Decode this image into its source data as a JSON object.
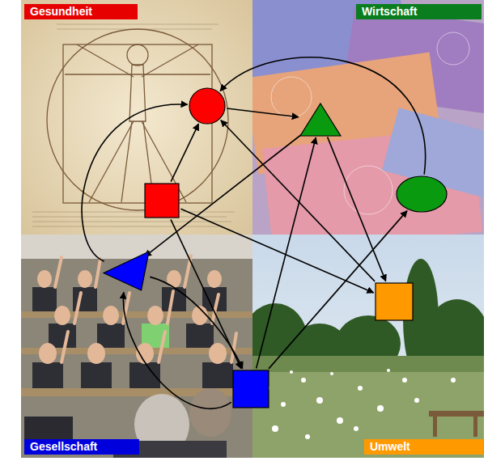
{
  "diagram": {
    "nodes": [
      {
        "text": [
          "Gesundheit"
        ]
      },
      {
        "text": [],
        "in": 0
      },
      {
        "text": [],
        "in": 0
      },
      {
        "text": [
          "Wirtschaft"
        ]
      },
      {
        "text": [],
        "in": 3
      },
      {
        "text": [],
        "in": 3
      },
      {
        "text": [
          "Gesellschaft"
        ]
      },
      {
        "text": [],
        "in": 6
      },
      {
        "text": [],
        "in": 6
      },
      {
        "text": [
          "Umwelt"
        ]
      },
      {
        "text": [],
        "in": 9
      }
    ],
    "edges": [
      {
        "from": 2,
        "to": 1,
        "arrow": "to"
      },
      {
        "from": 1,
        "to": 4,
        "arrow": "to"
      },
      {
        "from": 5,
        "to": 1,
        "arrow": "to"
      },
      {
        "from": 7,
        "to": 1,
        "arrow": "to"
      },
      {
        "from": 4,
        "to": 7,
        "arrow": "to"
      },
      {
        "from": 4,
        "to": 10,
        "arrow": "to"
      },
      {
        "from": 10,
        "to": 1,
        "arrow": "to"
      },
      {
        "from": 2,
        "to": 10,
        "arrow": "to"
      },
      {
        "from": 2,
        "to": 8,
        "arrow": "to"
      },
      {
        "from": 8,
        "to": 4,
        "arrow": "to"
      },
      {
        "from": 8,
        "to": 5,
        "arrow": "to"
      },
      {
        "from": 8,
        "to": 7,
        "arrow": "to"
      },
      {
        "from": 7,
        "to": 8,
        "arrow": "to"
      }
    ]
  }
}
